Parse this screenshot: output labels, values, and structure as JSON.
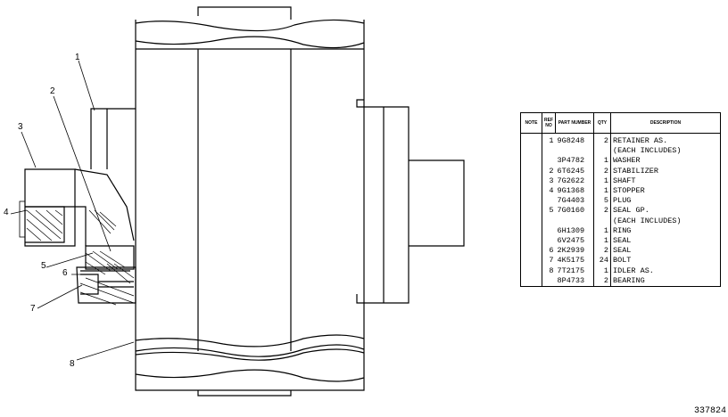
{
  "diagram": {
    "callouts": [
      "1",
      "2",
      "3",
      "4",
      "5",
      "6",
      "7",
      "8"
    ],
    "figure_number": "337824"
  },
  "parts_table": {
    "headers": [
      "NOTE",
      "REF NO",
      "PART NUMBER",
      "QTY",
      "DESCRIPTION"
    ],
    "rows": [
      {
        "ref": "1",
        "part": "9G8248",
        "qty": "2",
        "desc": "RETAINER AS."
      },
      {
        "ref": "",
        "part": "",
        "qty": "",
        "desc": "(EACH INCLUDES)"
      },
      {
        "ref": "",
        "part": "3P4782",
        "qty": "1",
        "desc": "  WASHER"
      },
      {
        "ref": "2",
        "part": "6T6245",
        "qty": "2",
        "desc": "STABILIZER"
      },
      {
        "ref": "3",
        "part": "7G2622",
        "qty": "1",
        "desc": "SHAFT"
      },
      {
        "ref": "4",
        "part": "9G1368",
        "qty": "1",
        "desc": "STOPPER"
      },
      {
        "ref": "",
        "part": "7G4403",
        "qty": "5",
        "desc": "PLUG"
      },
      {
        "ref": "5",
        "part": "7G0160",
        "qty": "2",
        "desc": "SEAL GP."
      },
      {
        "ref": "",
        "part": "",
        "qty": "",
        "desc": "(EACH INCLUDES)"
      },
      {
        "ref": "",
        "part": "6H1309",
        "qty": "1",
        "desc": "  RING"
      },
      {
        "ref": "",
        "part": "6V2475",
        "qty": "1",
        "desc": "  SEAL"
      },
      {
        "ref": "6",
        "part": "2K2939",
        "qty": "2",
        "desc": "SEAL"
      },
      {
        "ref": "7",
        "part": "4K5175",
        "qty": "24",
        "desc": "BOLT"
      },
      {
        "ref": "8",
        "part": "7T2175",
        "qty": "1",
        "desc": "IDLER AS."
      },
      {
        "ref": "",
        "part": "8P4733",
        "qty": "2",
        "desc": "  BEARING"
      }
    ]
  }
}
